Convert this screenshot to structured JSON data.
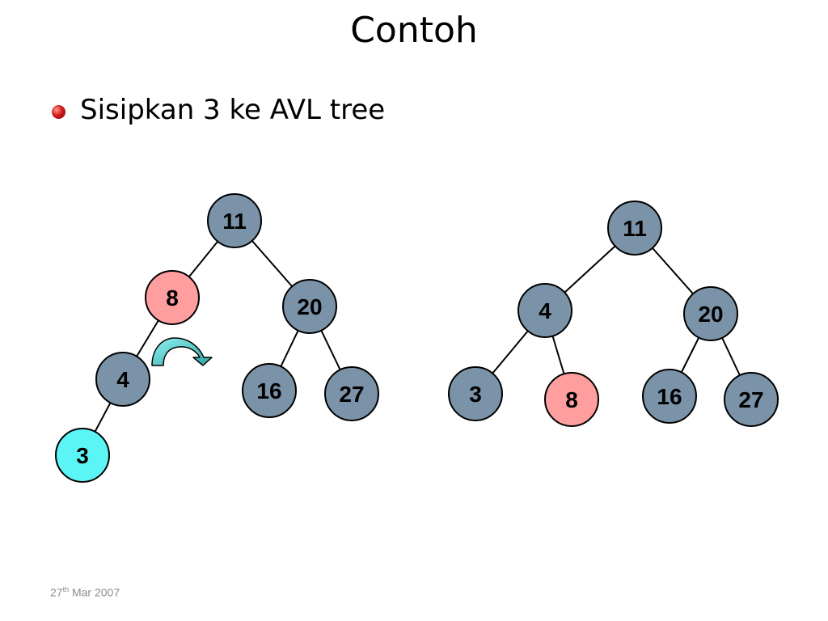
{
  "slide": {
    "title": "Contoh",
    "bullet": "Sisipkan 3 ke AVL tree",
    "footer": {
      "day": "27",
      "suffix": "th",
      "rest": " Mar 2007"
    }
  },
  "colors": {
    "node_default": "#7a93a8",
    "node_highlight": "#ff9e9e",
    "node_inserted": "#5cf5f5",
    "edge": "#000000",
    "rotation_arrow": "#5fd6d6"
  },
  "diagram": {
    "trees": [
      {
        "name": "before-rotation",
        "nodes": [
          {
            "label": "11",
            "state": "default"
          },
          {
            "label": "8",
            "state": "highlight"
          },
          {
            "label": "20",
            "state": "default"
          },
          {
            "label": "4",
            "state": "default"
          },
          {
            "label": "16",
            "state": "default"
          },
          {
            "label": "27",
            "state": "default"
          },
          {
            "label": "3",
            "state": "inserted"
          }
        ],
        "edges": [
          [
            "11",
            "8"
          ],
          [
            "11",
            "20"
          ],
          [
            "8",
            "4"
          ],
          [
            "20",
            "16"
          ],
          [
            "20",
            "27"
          ],
          [
            "4",
            "3"
          ]
        ],
        "rotation_arrow": {
          "icon": "rotate-right-arrow-icon"
        }
      },
      {
        "name": "after-rotation",
        "nodes": [
          {
            "label": "11",
            "state": "default"
          },
          {
            "label": "4",
            "state": "default"
          },
          {
            "label": "20",
            "state": "default"
          },
          {
            "label": "3",
            "state": "default"
          },
          {
            "label": "8",
            "state": "highlight"
          },
          {
            "label": "16",
            "state": "default"
          },
          {
            "label": "27",
            "state": "default"
          }
        ],
        "edges": [
          [
            "11",
            "4"
          ],
          [
            "11",
            "20"
          ],
          [
            "4",
            "3"
          ],
          [
            "4",
            "8"
          ],
          [
            "20",
            "16"
          ],
          [
            "20",
            "27"
          ]
        ]
      }
    ]
  }
}
